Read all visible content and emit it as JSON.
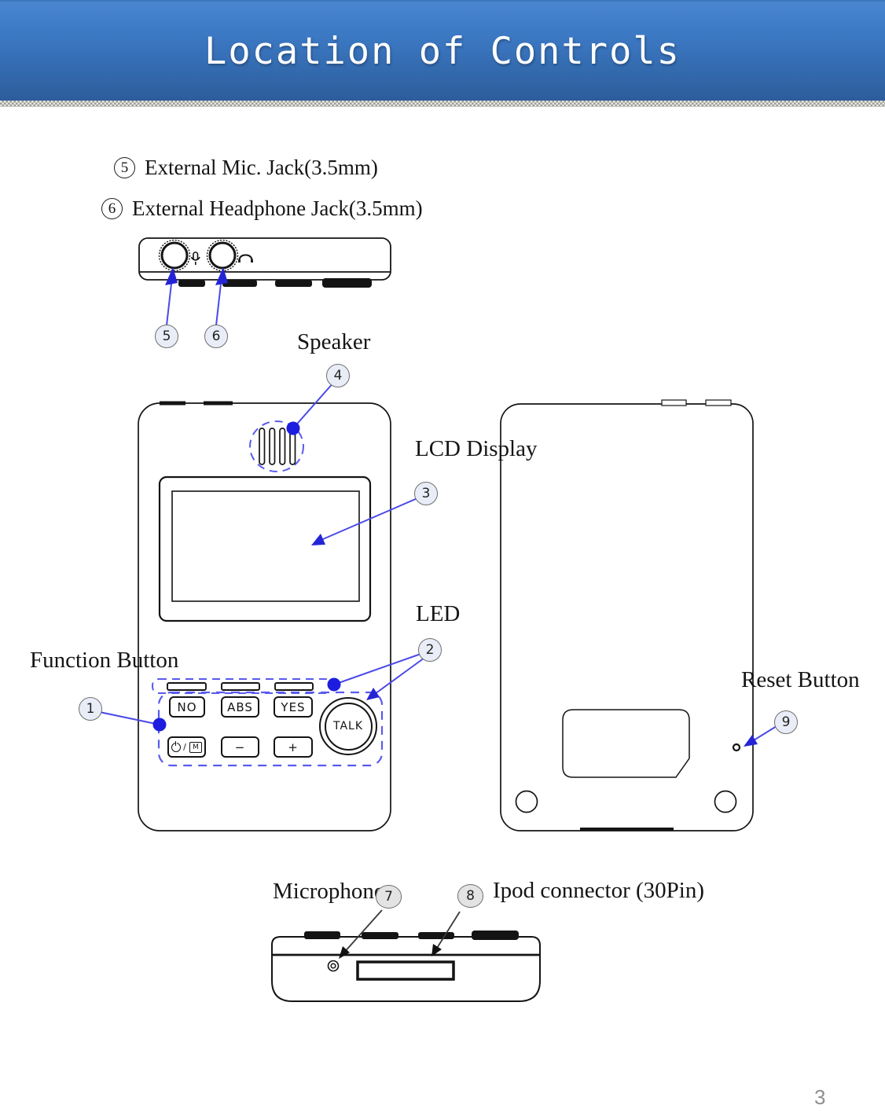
{
  "header": {
    "title": "Location of Controls"
  },
  "legend": [
    {
      "num": "5",
      "label": "External Mic. Jack(3.5mm)"
    },
    {
      "num": "6",
      "label": "External Headphone Jack(3.5mm)"
    }
  ],
  "callouts": {
    "speaker": "Speaker",
    "lcd_display": "LCD Display",
    "led": "LED",
    "function_button": "Function Button",
    "reset_button": "Reset Button",
    "microphone": "Microphone",
    "ipod_connector": "Ipod connector (30Pin)"
  },
  "badges": {
    "b1": "1",
    "b2": "2",
    "b3": "3",
    "b4": "4",
    "b5": "5",
    "b6": "6",
    "b7": "7",
    "b8": "8",
    "b9": "9"
  },
  "device": {
    "buttons": {
      "no": "NO",
      "abs": "ABS",
      "yes": "YES",
      "minus": "−",
      "plus": "+",
      "talk": "TALK",
      "power_sep": "/",
      "power_m": "M"
    }
  },
  "footer": {
    "page_number": "3"
  },
  "colors": {
    "header_blue_top": "#4a86d0",
    "header_blue_bottom": "#2d5c9b",
    "callout_blue": "#4a4ae8",
    "badge_fill": "#e9edf7"
  }
}
